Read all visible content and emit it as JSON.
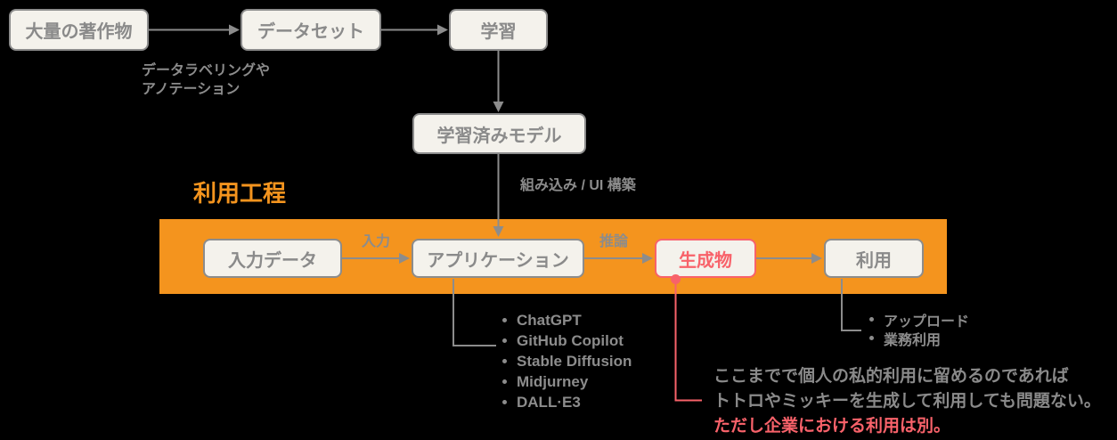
{
  "colors": {
    "background": "#000000",
    "band_orange": "#F4941E",
    "box_fill": "#F4F2EC",
    "box_border_gray": "#8C8C8C",
    "text_gray": "#8C8C8C",
    "accent_red": "#F8626A"
  },
  "training_flow": {
    "boxes": {
      "works": "大量の著作物",
      "dataset": "データセット",
      "training": "学習",
      "trained_model": "学習済みモデル"
    },
    "labeling_annotation": {
      "line1": "データラベリングや",
      "line2": "アノテーション"
    },
    "integration_label": "組み込み / UI 構築"
  },
  "usage_stage": {
    "title": "利用工程",
    "boxes": {
      "input_data": "入力データ",
      "application": "アプリケーション",
      "generated_output": "生成物",
      "use": "利用"
    },
    "arrow_labels": {
      "input": "入力",
      "inference": "推論"
    }
  },
  "app_examples": {
    "items": [
      "ChatGPT",
      "GitHub Copilot",
      "Stable Diffusion",
      "Midjurney",
      "DALL·E3"
    ]
  },
  "use_examples": {
    "items": [
      "アップロード",
      "業務利用"
    ]
  },
  "note": {
    "line1": "ここまでで個人の私的利用に留めるのであれば",
    "line2": "トトロやミッキーを生成して利用しても問題ない。",
    "warning": "ただし企業における利用は別。"
  }
}
